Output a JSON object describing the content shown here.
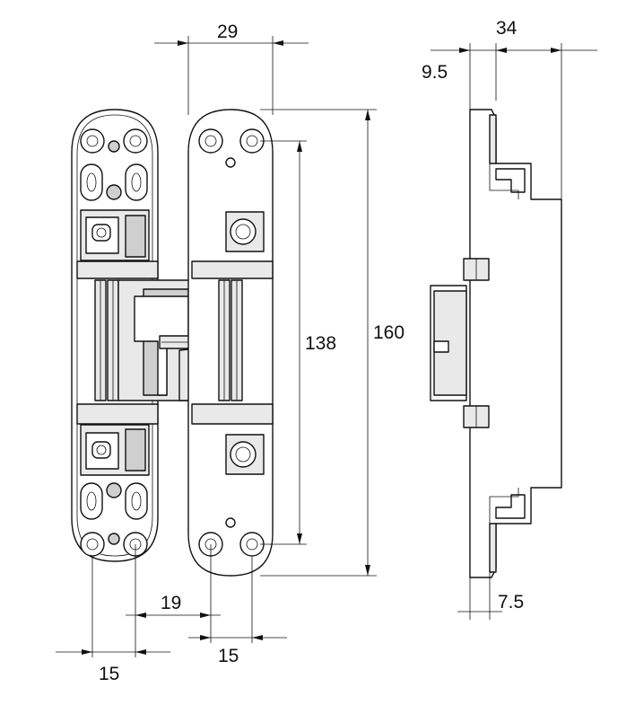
{
  "dimensions": {
    "width_29": "29",
    "width_34": "34",
    "offset_9_5": "9.5",
    "length_160": "160",
    "length_138": "138",
    "offset_19": "19",
    "hole_spacing_left": "15",
    "hole_spacing_right": "15",
    "depth_7_5": "7.5"
  },
  "colors": {
    "line": "#111111",
    "fill_light": "#e9e9e9",
    "fill_mid": "#cfcfcf",
    "background": "#ffffff"
  }
}
